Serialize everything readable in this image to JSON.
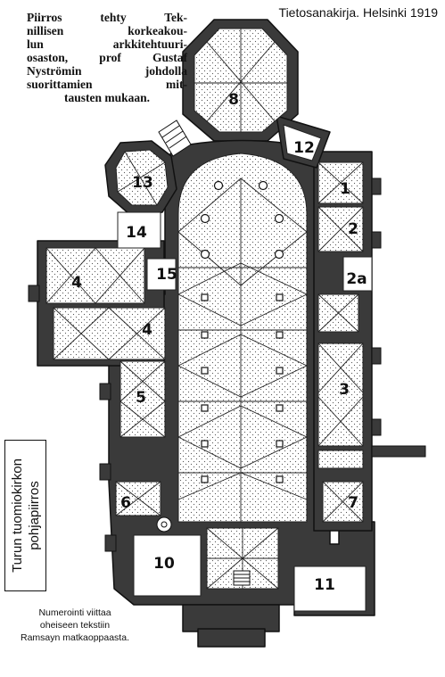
{
  "source_label": "Tietosanakirja. Helsinki 1919",
  "caption_lines": [
    "Piirros tehty Tek-",
    "nillisen korkeakou-",
    "lun arkkitehtuuri-",
    "osaston, prof Gustaf",
    "Nyströmin johdolla",
    "suorittamien mit-",
    "tausten mukaan."
  ],
  "title_lines": [
    "Turun tuomiokirkon",
    "pohjapiirros"
  ],
  "note_lines": [
    "Numerointi viittaa",
    "oheiseen tekstiin",
    "Ramsayn matkaoppaasta."
  ],
  "rooms": [
    "8",
    "12",
    "13",
    "1",
    "2",
    "14",
    "15",
    "2a",
    "4",
    "4",
    "3",
    "5",
    "7",
    "6",
    "10",
    "11"
  ],
  "colors": {
    "ink": "#111111",
    "paper": "#ffffff"
  }
}
